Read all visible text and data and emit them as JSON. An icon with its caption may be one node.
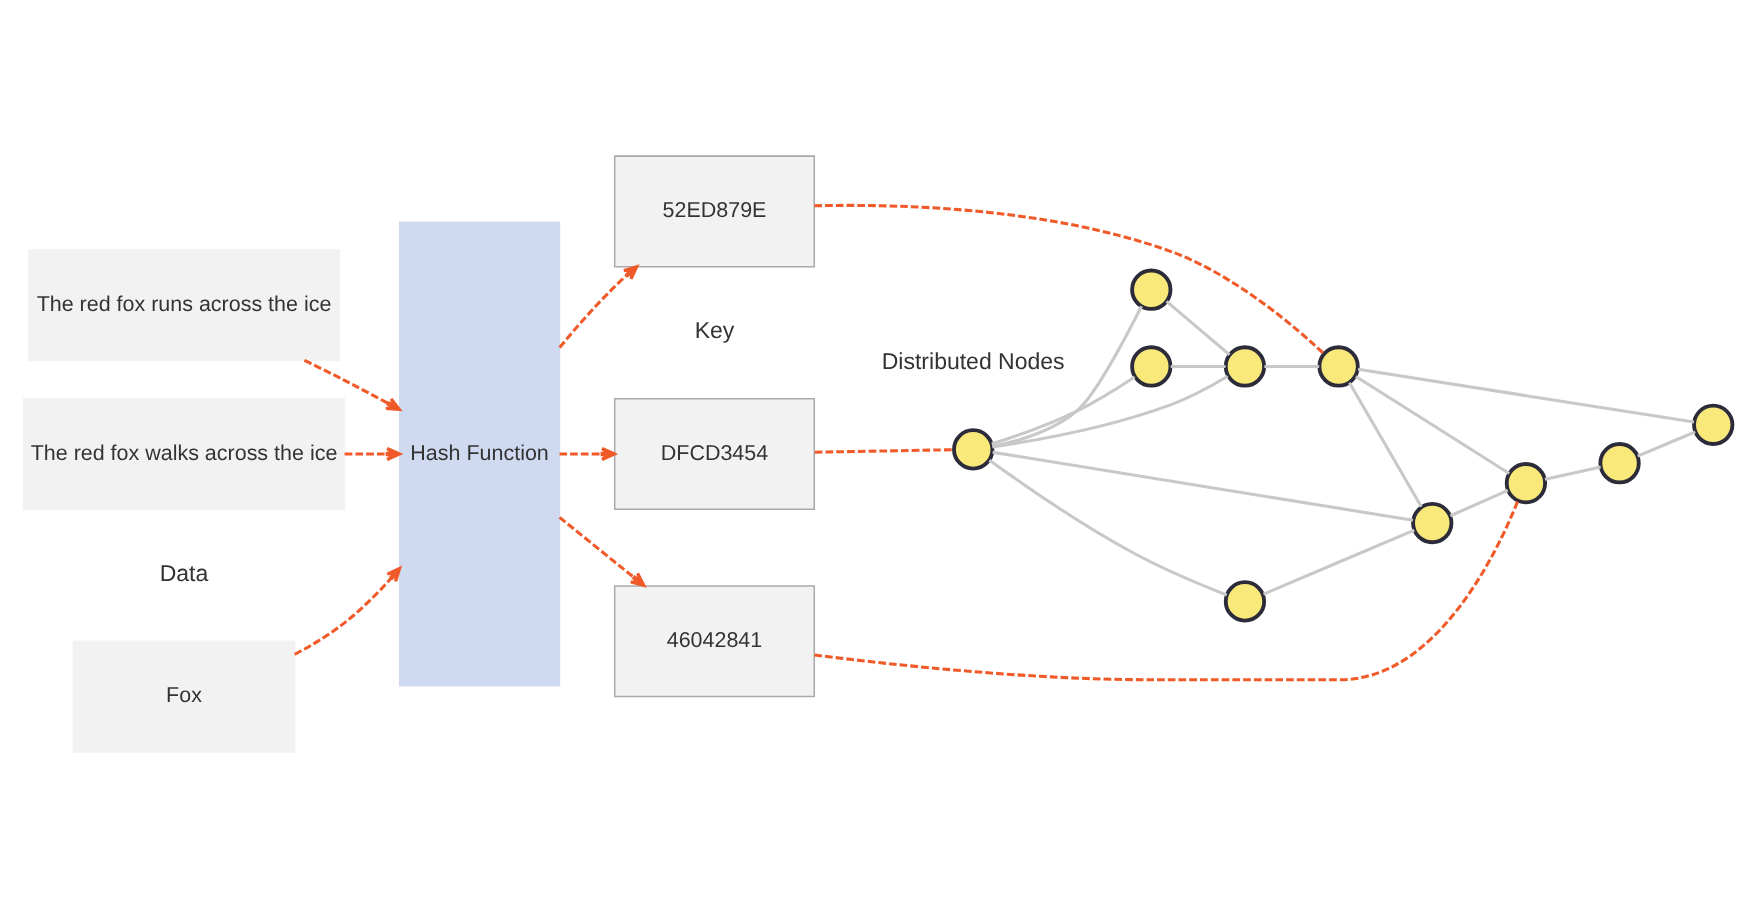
{
  "diagram": {
    "nodes": [
      {
        "text": [
          "Fox"
        ]
      },
      {
        "text": [
          "The red fox runs across the ice"
        ]
      },
      {
        "text": [
          "The red fox walks across the ice"
        ]
      },
      {
        "text": [
          "Hash Function"
        ]
      },
      {
        "text": [
          "DFCD3454"
        ]
      },
      {
        "text": [
          "52ED879E"
        ]
      },
      {
        "text": [
          "46042841"
        ]
      },
      {
        "text": [],
        "shape": "circle"
      },
      {
        "text": [],
        "shape": "circle"
      },
      {
        "text": [],
        "shape": "circle"
      },
      {
        "text": [],
        "shape": "circle"
      },
      {
        "text": [],
        "shape": "circle"
      },
      {
        "text": [],
        "shape": "circle"
      },
      {
        "text": [],
        "shape": "circle"
      },
      {
        "text": [],
        "shape": "circle"
      },
      {
        "text": [],
        "shape": "circle"
      },
      {
        "text": [],
        "shape": "circle"
      }
    ],
    "edges": [
      {
        "from": 0,
        "to": 3,
        "arrow": "to",
        "style": "dashed",
        "color": "#f05a28"
      },
      {
        "from": 1,
        "to": 3,
        "arrow": "to",
        "style": "dashed",
        "color": "#f05a28"
      },
      {
        "from": 2,
        "to": 3,
        "arrow": "to",
        "style": "dashed",
        "color": "#f05a28"
      },
      {
        "from": 3,
        "to": 4,
        "arrow": "to",
        "style": "dashed",
        "color": "#f05a28"
      },
      {
        "from": 3,
        "to": 5,
        "arrow": "to",
        "style": "dashed",
        "color": "#f05a28"
      },
      {
        "from": 3,
        "to": 6,
        "arrow": "to",
        "style": "dashed",
        "color": "#f05a28"
      },
      {
        "from": 4,
        "to": 8,
        "arrow": "none",
        "style": "dashed",
        "color": "#f05a28"
      },
      {
        "from": 5,
        "to": 13,
        "arrow": "none",
        "style": "dashed",
        "color": "#f05a28"
      },
      {
        "from": 6,
        "to": 14,
        "arrow": "none",
        "style": "dashed",
        "color": "#f05a28"
      },
      {
        "from": 8,
        "to": 7,
        "arrow": "none"
      },
      {
        "from": 8,
        "to": 9,
        "arrow": "none"
      },
      {
        "from": 8,
        "to": 10,
        "arrow": "none"
      },
      {
        "from": 8,
        "to": 11,
        "arrow": "none"
      },
      {
        "from": 8,
        "to": 12,
        "arrow": "none"
      },
      {
        "from": 7,
        "to": 11,
        "arrow": "none"
      },
      {
        "from": 9,
        "to": 12,
        "arrow": "none"
      },
      {
        "from": 10,
        "to": 11,
        "arrow": "none"
      },
      {
        "from": 11,
        "to": 13,
        "arrow": "none"
      },
      {
        "from": 13,
        "to": 12,
        "arrow": "none"
      },
      {
        "from": 13,
        "to": 14,
        "arrow": "none"
      },
      {
        "from": 12,
        "to": 14,
        "arrow": "none"
      },
      {
        "from": 14,
        "to": 15,
        "arrow": "none"
      },
      {
        "from": 15,
        "to": 16,
        "arrow": "none"
      },
      {
        "from": 13,
        "to": 16,
        "arrow": "none"
      }
    ],
    "labels": [
      "Data",
      "Key",
      "Distributed Nodes"
    ]
  }
}
